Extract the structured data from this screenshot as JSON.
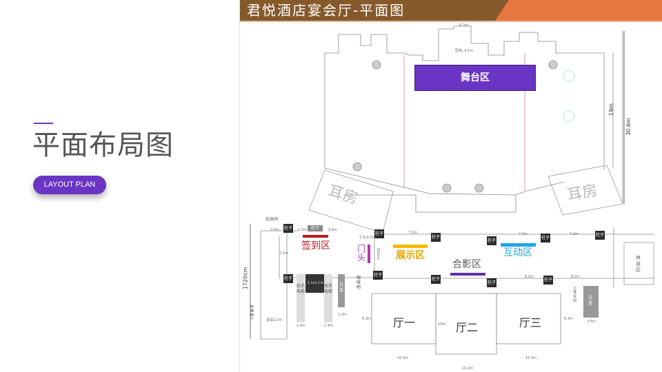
{
  "slide": {
    "title": "平面布局图",
    "button_label": "LAYOUT PLAN",
    "accent_color": "#6a35c4"
  },
  "plan": {
    "header_title": "君悦酒店宴会厅-平面图",
    "header_colors": {
      "brown": "#85592a",
      "orange": "#e8773f"
    },
    "zones": {
      "stage": "舞台区",
      "checkin": "签到区",
      "entrance": "门头",
      "display": "展示区",
      "photo": "合影区",
      "interactive": "互动区",
      "rest": "休息区"
    },
    "zone_colors": {
      "stage": "#6a35c4",
      "checkin": "#c0181e",
      "entrance": "#b03aa6",
      "display": "#f3b900",
      "photo": "#5b30b0",
      "interactive": "#1ea7e1"
    },
    "rooms": {
      "ear_left": "耳房",
      "ear_right": "耳房",
      "hall1": "厅一",
      "hall2": "厅二",
      "hall3": "厅三",
      "makeup": "化妆间",
      "coffee": "咖啡吧",
      "escalator": "扶手电梯",
      "passage": "过道",
      "elevator": "电梯两个",
      "restroom": "上洗手间",
      "pillar": "柱子",
      "center_box": "3.1x3.1m"
    },
    "dimensions": {
      "height_19": "19m",
      "height_30": "30.6m",
      "height_1720": "1720cm",
      "top_width": "6.3m",
      "stage_height": "层高: 4.1m",
      "w72a": "7.2m",
      "w72b": "7.2m",
      "w72c": "7.2m",
      "w82a": "8.2m",
      "w82b": "8.2m",
      "h102a": "10.2m",
      "h102b": "10.2m",
      "h102c": "10.2m",
      "d63a": "6.3m",
      "d63b": "6.3m",
      "d10": "10m",
      "w70": "7.0m",
      "w35": "3.5m",
      "w22": "2.2m",
      "w26": "2.6m",
      "w14a": "1.4m",
      "w14b": "1.4m",
      "w12": "1.2m",
      "w25": "2.5m",
      "depth22": "进深2.2m",
      "dim15": "1.5x1.5m",
      "door550": "550cm"
    }
  }
}
